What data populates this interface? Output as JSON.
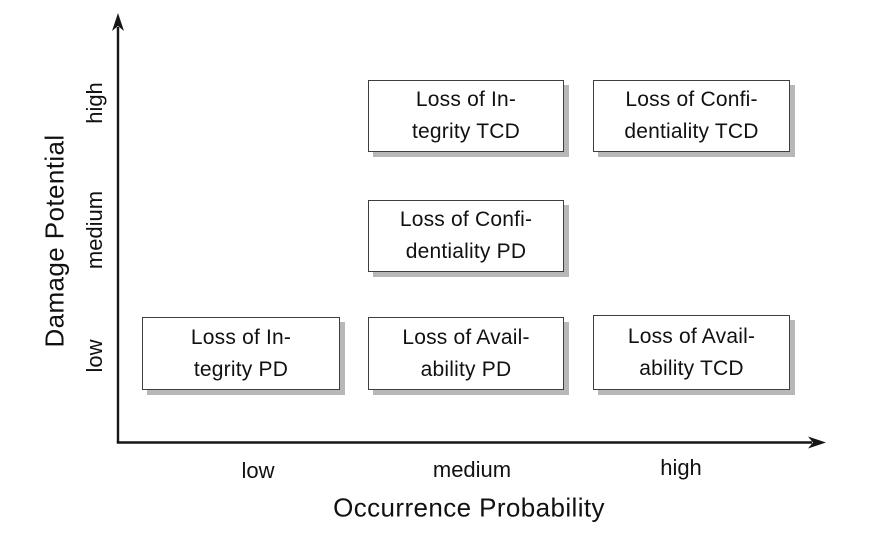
{
  "diagram": {
    "x_axis": {
      "label": "Occurrence Probability",
      "ticks": [
        "low",
        "medium",
        "high"
      ]
    },
    "y_axis": {
      "label": "Damage Potential",
      "ticks": [
        "low",
        "medium",
        "high"
      ]
    },
    "boxes": [
      {
        "line1": "Loss of In-",
        "line2": "tegrity TCD",
        "x": "medium",
        "y": "high"
      },
      {
        "line1": "Loss of Confi-",
        "line2": "dentiality TCD",
        "x": "high",
        "y": "high"
      },
      {
        "line1": "Loss of Confi-",
        "line2": "dentiality PD",
        "x": "medium",
        "y": "medium"
      },
      {
        "line1": "Loss of In-",
        "line2": "tegrity PD",
        "x": "low",
        "y": "low"
      },
      {
        "line1": "Loss of Avail-",
        "line2": "ability PD",
        "x": "medium",
        "y": "low"
      },
      {
        "line1": "Loss of Avail-",
        "line2": "ability TCD",
        "x": "high",
        "y": "low"
      }
    ]
  },
  "colors": {
    "text": "#111111",
    "box_border": "#3e3e3e",
    "box_shadow": "#b8b8b8",
    "axis": "#161616",
    "background": "#ffffff"
  },
  "chart_data": {
    "type": "scatter",
    "x_categories": [
      "low",
      "medium",
      "high"
    ],
    "y_categories": [
      "low",
      "medium",
      "high"
    ],
    "xlabel": "Occurrence Probability",
    "ylabel": "Damage Potential",
    "legend": "none",
    "grid": false,
    "points": [
      {
        "label": "Loss of Integrity TCD",
        "x": "medium",
        "y": "high"
      },
      {
        "label": "Loss of Confidentiality TCD",
        "x": "high",
        "y": "high"
      },
      {
        "label": "Loss of Confidentiality PD",
        "x": "medium",
        "y": "medium"
      },
      {
        "label": "Loss of Integrity PD",
        "x": "low",
        "y": "low"
      },
      {
        "label": "Loss of Availability PD",
        "x": "medium",
        "y": "low"
      },
      {
        "label": "Loss of Availability TCD",
        "x": "high",
        "y": "low"
      }
    ]
  }
}
